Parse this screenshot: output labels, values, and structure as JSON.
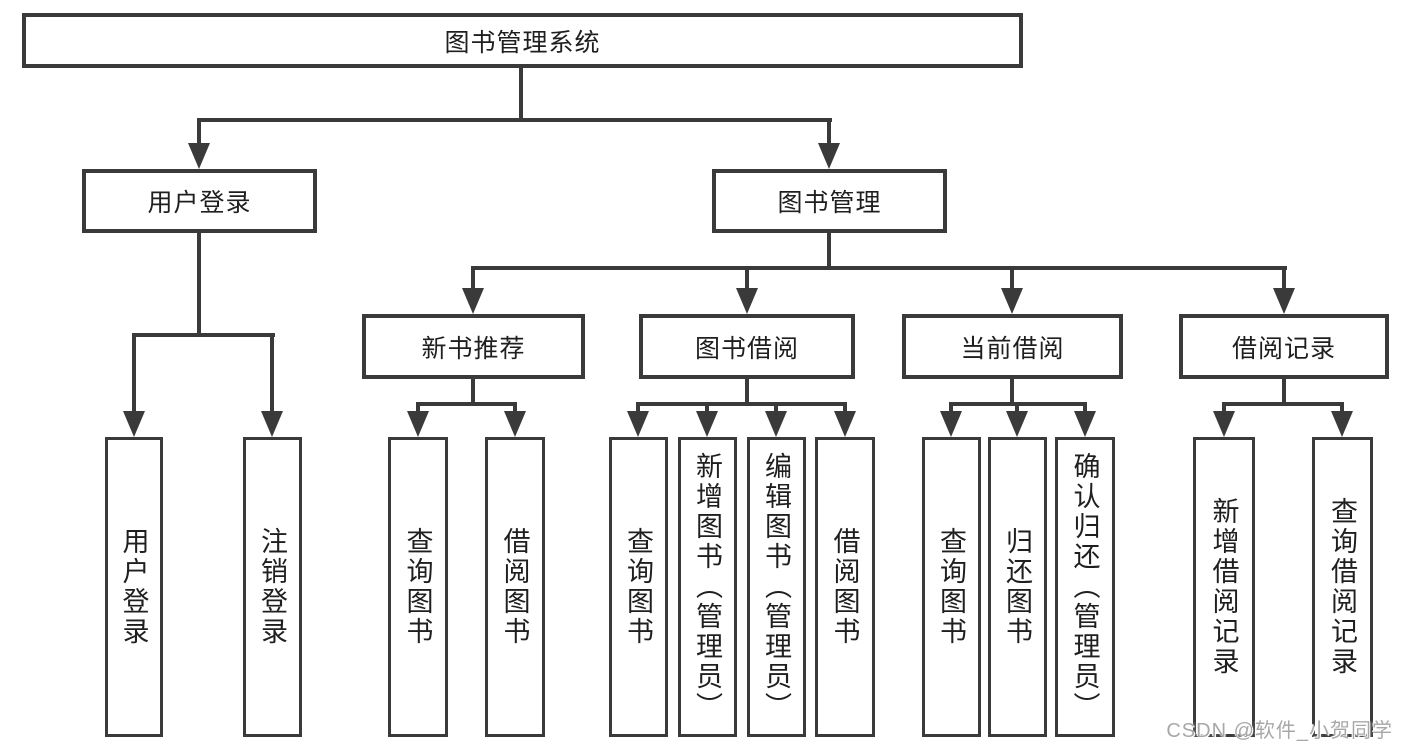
{
  "diagram_type": "tree-diagram",
  "tree": {
    "label": "图书管理系统",
    "children": [
      {
        "label": "用户登录",
        "children": [
          {
            "label": "用户登录"
          },
          {
            "label": "注销登录"
          }
        ]
      },
      {
        "label": "图书管理",
        "children": [
          {
            "label": "新书推荐",
            "children": [
              {
                "label": "查询图书"
              },
              {
                "label": "借阅图书"
              }
            ]
          },
          {
            "label": "图书借阅",
            "children": [
              {
                "label": "查询图书"
              },
              {
                "label": "新增图书（管理员）"
              },
              {
                "label": "编辑图书（管理员）"
              },
              {
                "label": "借阅图书"
              }
            ]
          },
          {
            "label": "当前借阅",
            "children": [
              {
                "label": "查询图书"
              },
              {
                "label": "归还图书"
              },
              {
                "label": "确认归还（管理员）"
              }
            ]
          },
          {
            "label": "借阅记录",
            "children": [
              {
                "label": "新增借阅记录"
              },
              {
                "label": "查询借阅记录"
              }
            ]
          }
        ]
      }
    ]
  },
  "watermark": "CSDN @软件_小贺同学",
  "colors": {
    "line": "#3a3a3a",
    "text": "#1f1f1f",
    "background": "#ffffff",
    "watermark": "#a8a8a8"
  }
}
